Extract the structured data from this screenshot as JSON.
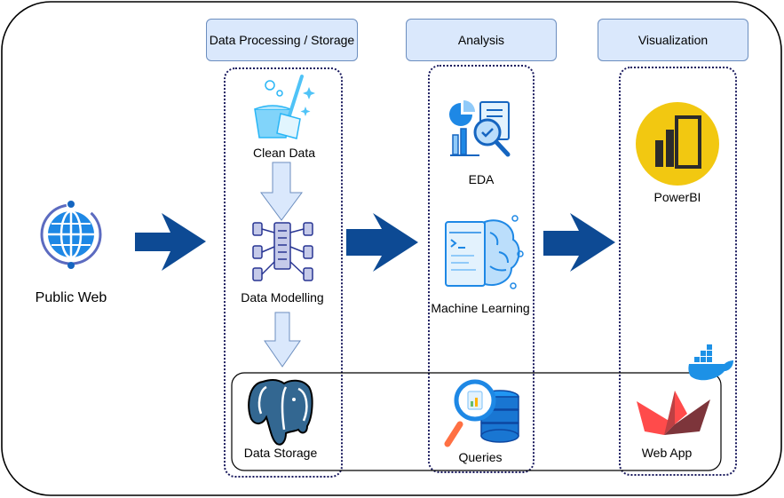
{
  "headers": {
    "processing": "Data Processing / Storage",
    "analysis": "Analysis",
    "visualization": "Visualization"
  },
  "nodes": {
    "public_web": "Public Web",
    "clean_data": "Clean Data",
    "data_modelling": "Data Modelling",
    "data_storage": "Data Storage",
    "eda": "EDA",
    "machine_learning": "Machine Learning",
    "queries": "Queries",
    "powerbi": "PowerBI",
    "web_app": "Web App"
  },
  "colors": {
    "header_fill": "#dae8fc",
    "header_stroke": "#6c8ebf",
    "arrow_fill": "#0d4a94",
    "down_arrow_fill": "#dae8fc",
    "group_border": "#1a1a5e",
    "icon_blue": "#1e88e5",
    "postgres_blue": "#336791",
    "powerbi_yellow": "#f2c811",
    "streamlit_red": "#ff4b4b",
    "docker_blue": "#1d91e6"
  },
  "icons": {
    "public_web": "globe-icon",
    "clean_data": "bucket-brush-icon",
    "data_modelling": "data-model-icon",
    "data_storage": "postgresql-elephant-icon",
    "eda": "chart-report-magnifier-icon",
    "machine_learning": "code-brain-icon",
    "queries": "database-magnifier-icon",
    "powerbi": "powerbi-logo-icon",
    "web_app": "streamlit-boat-icon",
    "docker": "docker-whale-icon"
  }
}
